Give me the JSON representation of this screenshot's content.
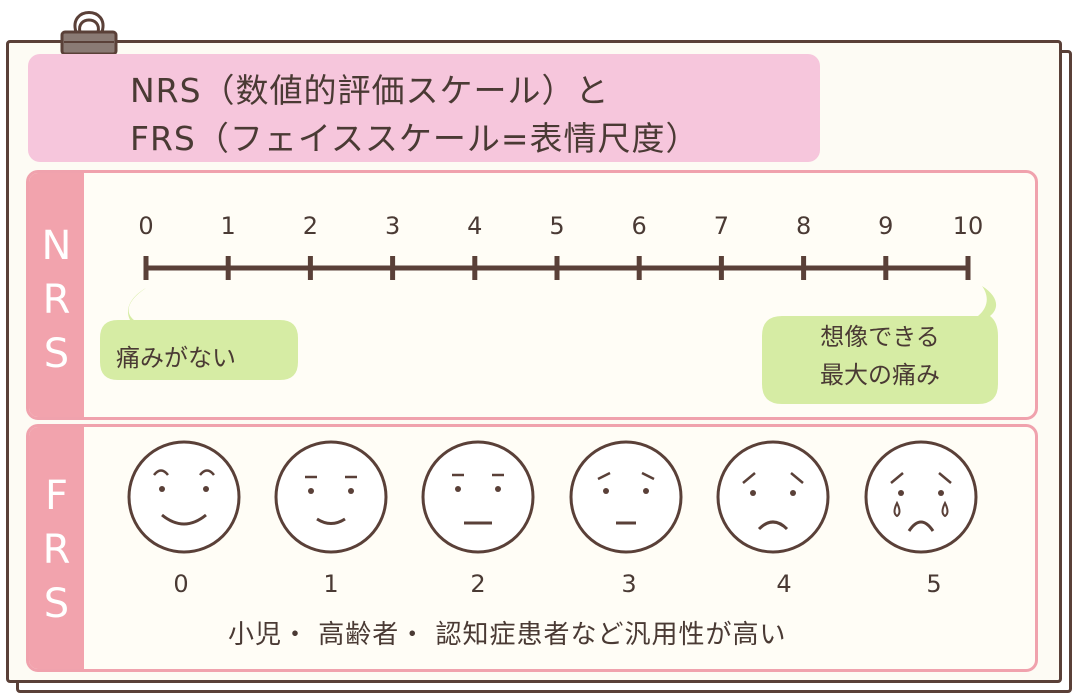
{
  "title": {
    "line1": "NRS（数値的評価スケール）と",
    "line2": "FRS（フェイススケール=表情尺度）"
  },
  "nrs": {
    "side_label": [
      "N",
      "R",
      "S"
    ],
    "scale": {
      "min": 0,
      "max": 10,
      "ticks": [
        "0",
        "1",
        "2",
        "3",
        "4",
        "5",
        "6",
        "7",
        "8",
        "9",
        "10"
      ]
    },
    "left_bubble": "痛みがない",
    "right_bubble": [
      "想像できる",
      "最大の痛み"
    ]
  },
  "frs": {
    "side_label": [
      "F",
      "R",
      "S"
    ],
    "faces": [
      {
        "value": "0",
        "expression": "very-happy-face-icon"
      },
      {
        "value": "1",
        "expression": "happy-face-icon"
      },
      {
        "value": "2",
        "expression": "neutral-face-icon"
      },
      {
        "value": "3",
        "expression": "slightly-sad-face-icon"
      },
      {
        "value": "4",
        "expression": "sad-face-icon"
      },
      {
        "value": "5",
        "expression": "crying-face-icon"
      }
    ],
    "note": "小児・ 高齢者・ 認知症患者など汎用性が高い"
  },
  "colors": {
    "title_bg": "#f6c6dc",
    "panel_border": "#f0a2ad",
    "side_label_bg": "#f2a3ad",
    "bubble_bg": "#d6eca4",
    "line": "#5a4038"
  }
}
